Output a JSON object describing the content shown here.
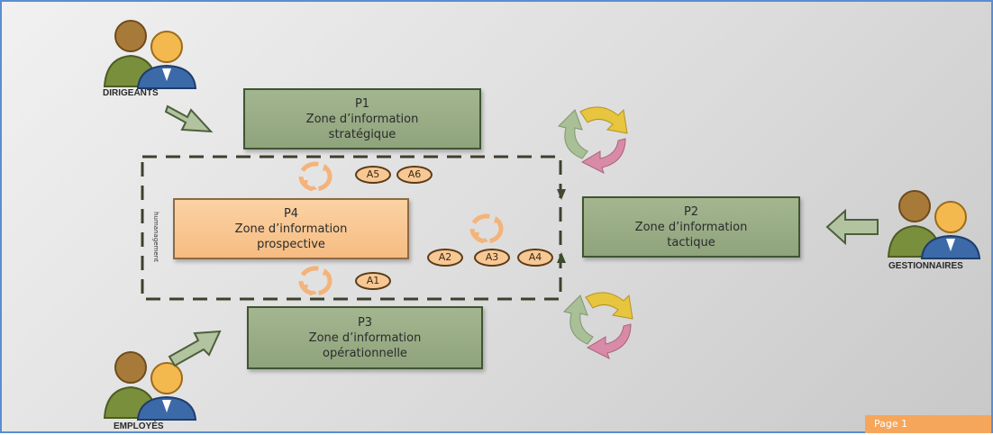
{
  "actors": {
    "dirigeants": "DIRIGEANTS",
    "gestionnaires": "GESTIONNAIRES",
    "employes": "EMPLOYÉS"
  },
  "zones": {
    "p1": {
      "code": "P1",
      "line1": "Zone d’information",
      "line2": "stratégique"
    },
    "p2": {
      "code": "P2",
      "line1": "Zone d’information",
      "line2": "tactique"
    },
    "p3": {
      "code": "P3",
      "line1": "Zone d’information",
      "line2": "opérationnelle"
    },
    "p4": {
      "code": "P4",
      "line1": "Zone d’information",
      "line2": "prospective"
    }
  },
  "activities": [
    "A1",
    "A2",
    "A3",
    "A4",
    "A5",
    "A6"
  ],
  "vertical_label": "humanagement",
  "page": "Page 1",
  "colors": {
    "zone_green": "#95a883",
    "zone_orange": "#f8c48d",
    "cycle_green": "#a9bf96",
    "cycle_yellow": "#e8c53e",
    "cycle_pink": "#d88aa6",
    "badge": "#f6a65a"
  }
}
